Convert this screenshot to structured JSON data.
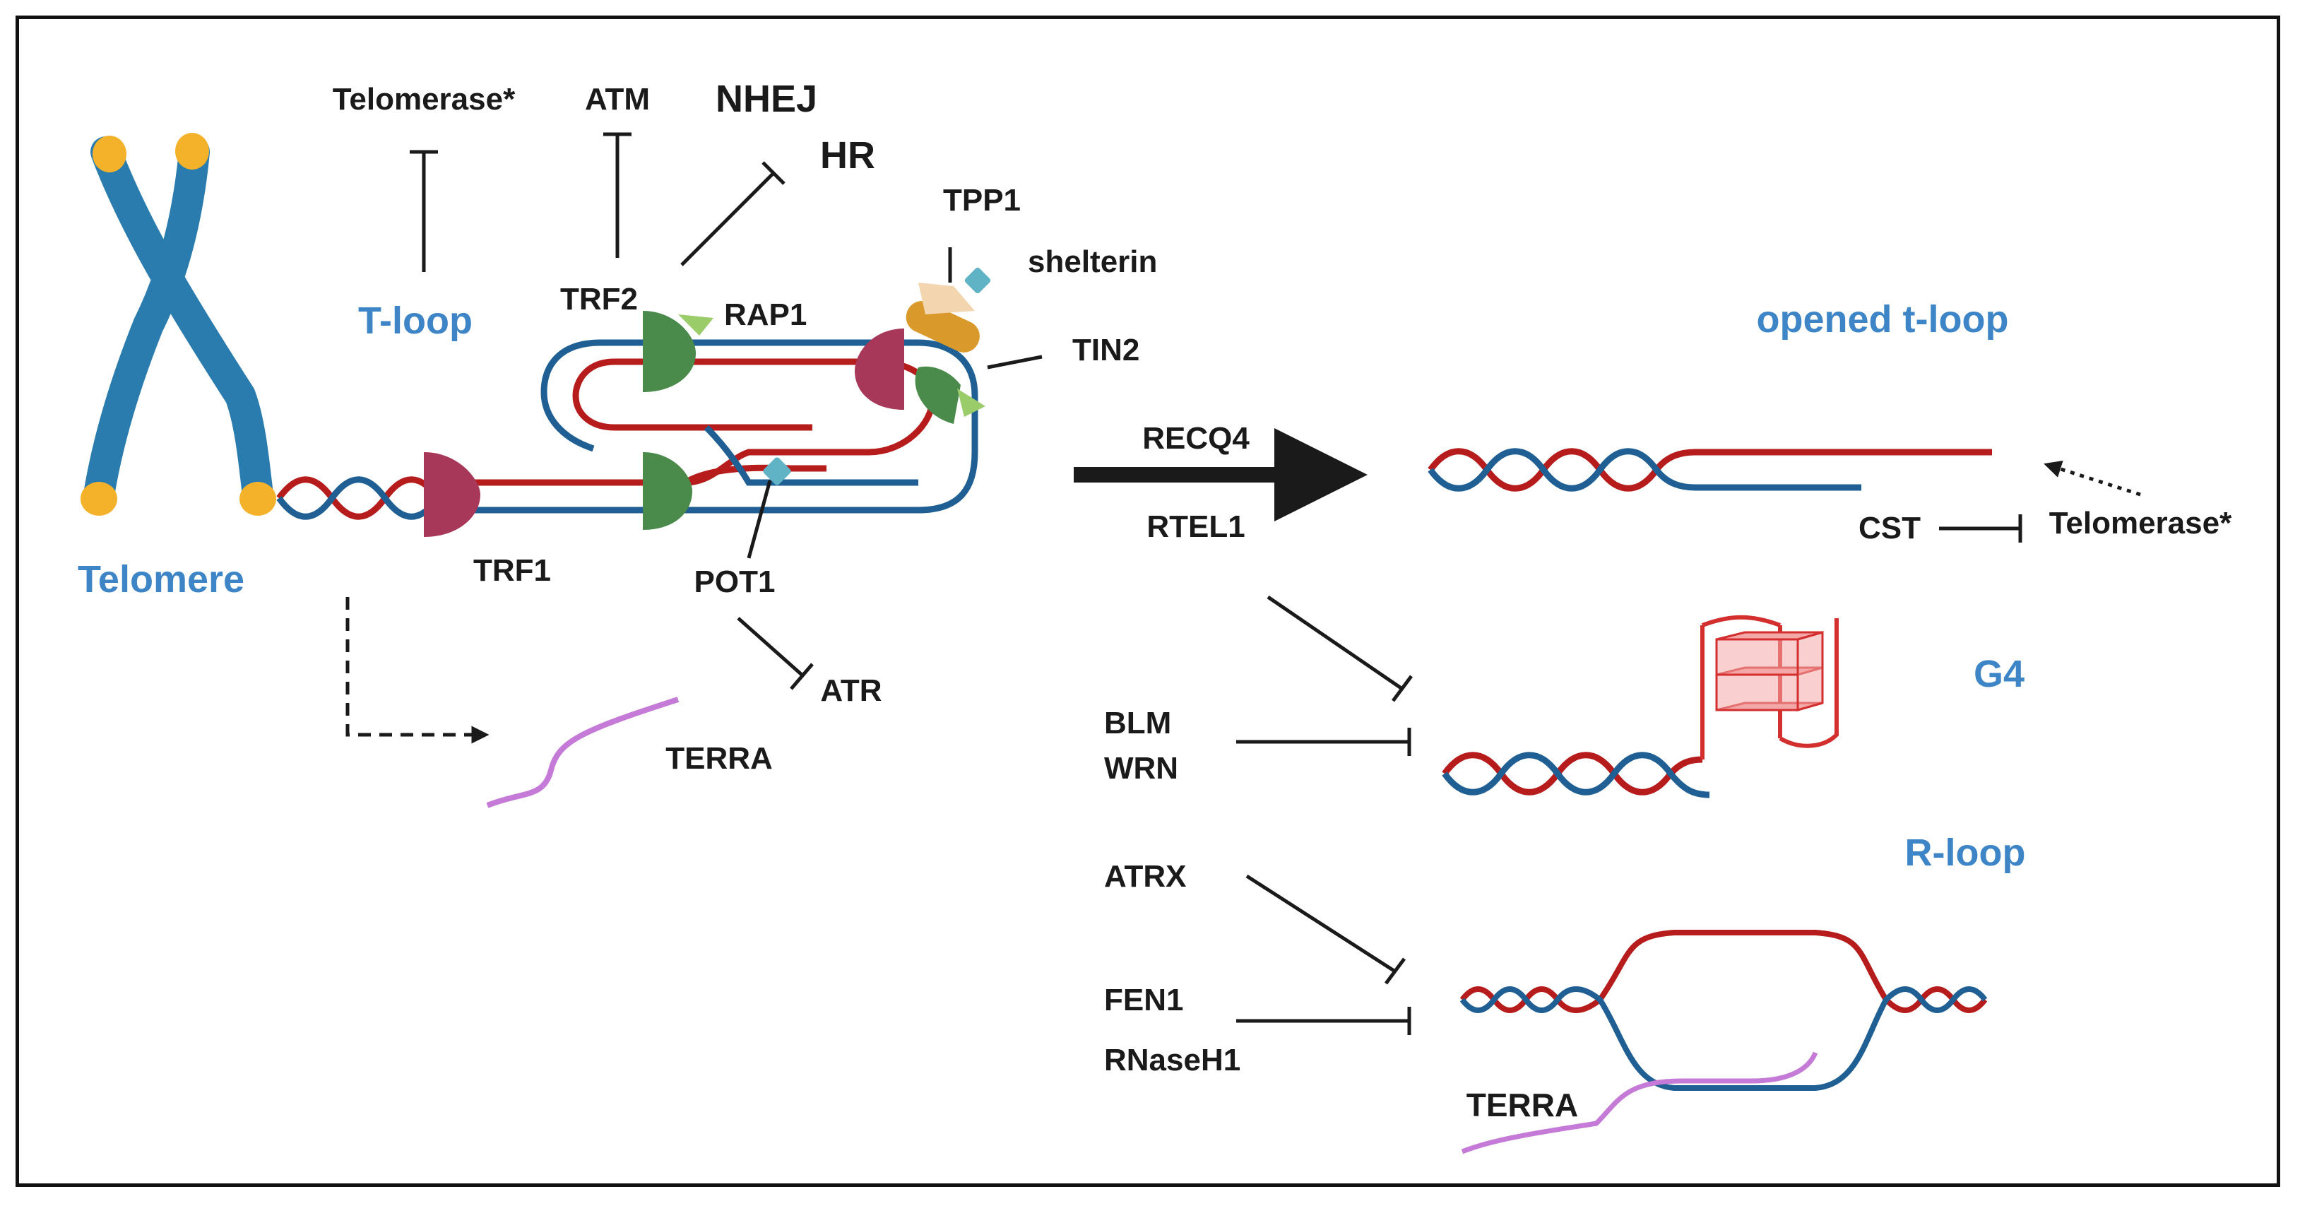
{
  "labels": {
    "telomerase_top": "Telomerase*",
    "atm": "ATM",
    "nhej": "NHEJ",
    "hr": "HR",
    "tpp1": "TPP1",
    "shelterin": "shelterin",
    "t_loop": "T-loop",
    "trf2": "TRF2",
    "rap1": "RAP1",
    "tin2": "TIN2",
    "telomere": "Telomere",
    "trf1": "TRF1",
    "pot1": "POT1",
    "atr": "ATR",
    "terra_left": "TERRA",
    "recq4": "RECQ4",
    "rtel1": "RTEL1",
    "opened_t_loop": "opened t-loop",
    "cst": "CST",
    "telomerase_right": "Telomerase*",
    "g4": "G4",
    "blm": "BLM",
    "wrn": "WRN",
    "r_loop": "R-loop",
    "atrx": "ATRX",
    "fen1": "FEN1",
    "rnaseh1": "RNaseH1",
    "terra_right": "TERRA"
  },
  "colors": {
    "strand_red": "#b71c1c",
    "strand_blue": "#1f5f93",
    "label_blue": "#3d85c6",
    "trf1_magenta": "#a8385a",
    "trf2_green": "#4a8a4a",
    "rap1_lightgreen": "#9bcc6a",
    "tin2_orange": "#d99a2b",
    "tpp1_peach": "#f3d6b0",
    "pot1_teal": "#5fb3c4",
    "terra_purple": "#c47ad6",
    "chromosome_blue": "#2a7cae",
    "chromosome_tip": "#f4b22b",
    "g4_red": "#d32f2f"
  }
}
